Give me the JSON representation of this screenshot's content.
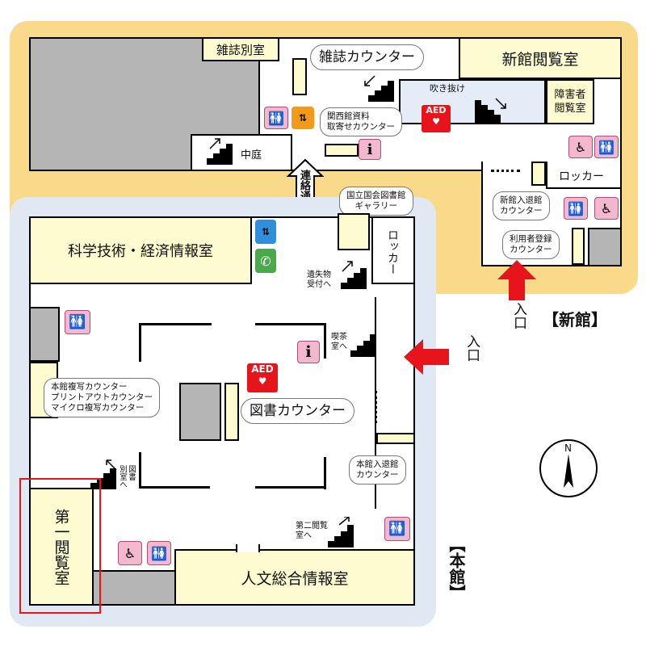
{
  "rooms": {
    "magazine_annex": "雑誌別室",
    "new_reading_room": "新館閲覧室",
    "disabled_reading_room": "障害者閲覧室",
    "atrium": "吹き抜け",
    "courtyard": "中庭",
    "locker_new": "ロッカー",
    "locker_main": "ロッカー",
    "science_room": "科学技術・経済情報室",
    "humanities_room": "人文総合情報室",
    "first_reading_room": "第一閲覧室",
    "corridor": "連絡通路"
  },
  "counters": {
    "magazine": "雑誌カウンター",
    "kansai": "関西館資料\n取寄せカウンター",
    "new_entry": "新館入退館\nカウンター",
    "user_registration": "利用者登録\nカウンター",
    "ndl_gallery": "国立国会図書館\nギャラリー",
    "main_copy": "本館複写カウンター\nプリントアウトカウンター\nマイクロ複写カウンター",
    "library": "図書カウンター",
    "main_entry": "本館入退館\nカウンター"
  },
  "labels": {
    "lost_found": "遺失物\n受付へ",
    "cafe": "喫茶\n室へ",
    "book_annex": "図書\n別室へ",
    "second_reading": "第二閲覧\n室へ",
    "entrance_new": "入口",
    "entrance_main": "入口",
    "new_building": "【新館】",
    "main_building": "【本館】",
    "compass_n": "N"
  },
  "icons": {
    "aed": "AED",
    "info": "i"
  },
  "colors": {
    "new_wing": "#f9d98a",
    "main_wing": "#dfe8f3",
    "room_fill": "#fdfbcf",
    "arrow_red": "#e8141b",
    "highlight_red": "#e8141b"
  }
}
